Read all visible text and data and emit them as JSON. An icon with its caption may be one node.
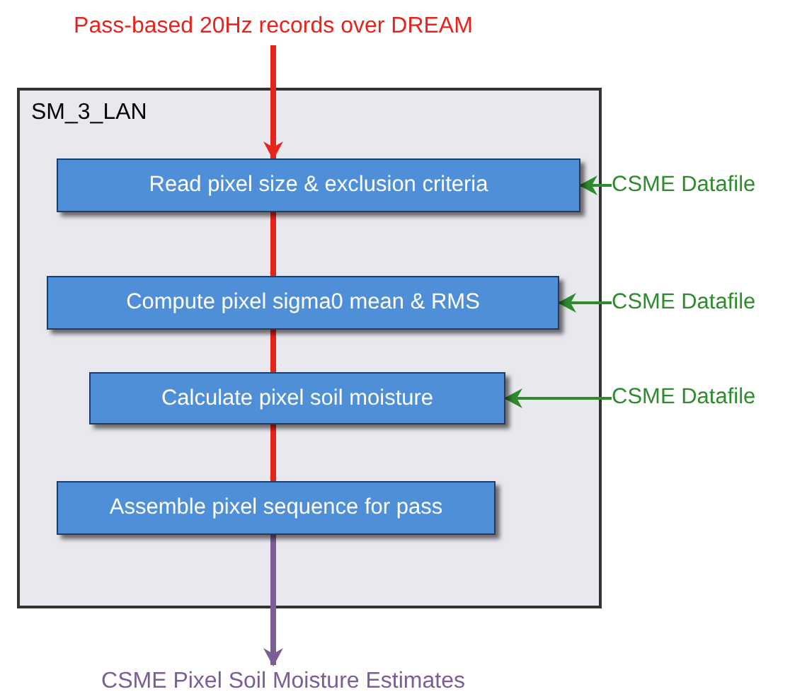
{
  "diagram": {
    "nodes": [
      {
        "text": [
          "Pass-based 20Hz records over DREAM"
        ]
      },
      {
        "text": [
          "SM_3_LAN"
        ]
      },
      {
        "text": [
          "Read pixel size & exclusion criteria"
        ],
        "in": 1
      },
      {
        "text": [
          "Compute pixel sigma0 mean & RMS"
        ],
        "in": 1
      },
      {
        "text": [
          "Calculate pixel soil moisture"
        ],
        "in": 1
      },
      {
        "text": [
          "Assemble pixel sequence for pass"
        ],
        "in": 1
      },
      {
        "text": [
          "CSME Datafile"
        ]
      },
      {
        "text": [
          "CSME Datafile"
        ]
      },
      {
        "text": [
          "CSME Datafile"
        ]
      },
      {
        "text": [
          "CSME Pixel Soil Moisture Estimates"
        ]
      }
    ],
    "edges": [
      {
        "from": 0,
        "to": 2,
        "arrow": "to"
      },
      {
        "from": 2,
        "to": 3,
        "arrow": "none"
      },
      {
        "from": 3,
        "to": 4,
        "arrow": "none"
      },
      {
        "from": 4,
        "to": 5,
        "arrow": "none"
      },
      {
        "from": 5,
        "to": 9,
        "arrow": "to",
        "color": "#7b5e96"
      },
      {
        "from": 6,
        "to": 2,
        "arrow": "to",
        "color": "#2e8b2e"
      },
      {
        "from": 7,
        "to": 3,
        "arrow": "to",
        "color": "#2e8b2e"
      },
      {
        "from": 8,
        "to": 4,
        "arrow": "to",
        "color": "#2e8b2e"
      }
    ]
  }
}
